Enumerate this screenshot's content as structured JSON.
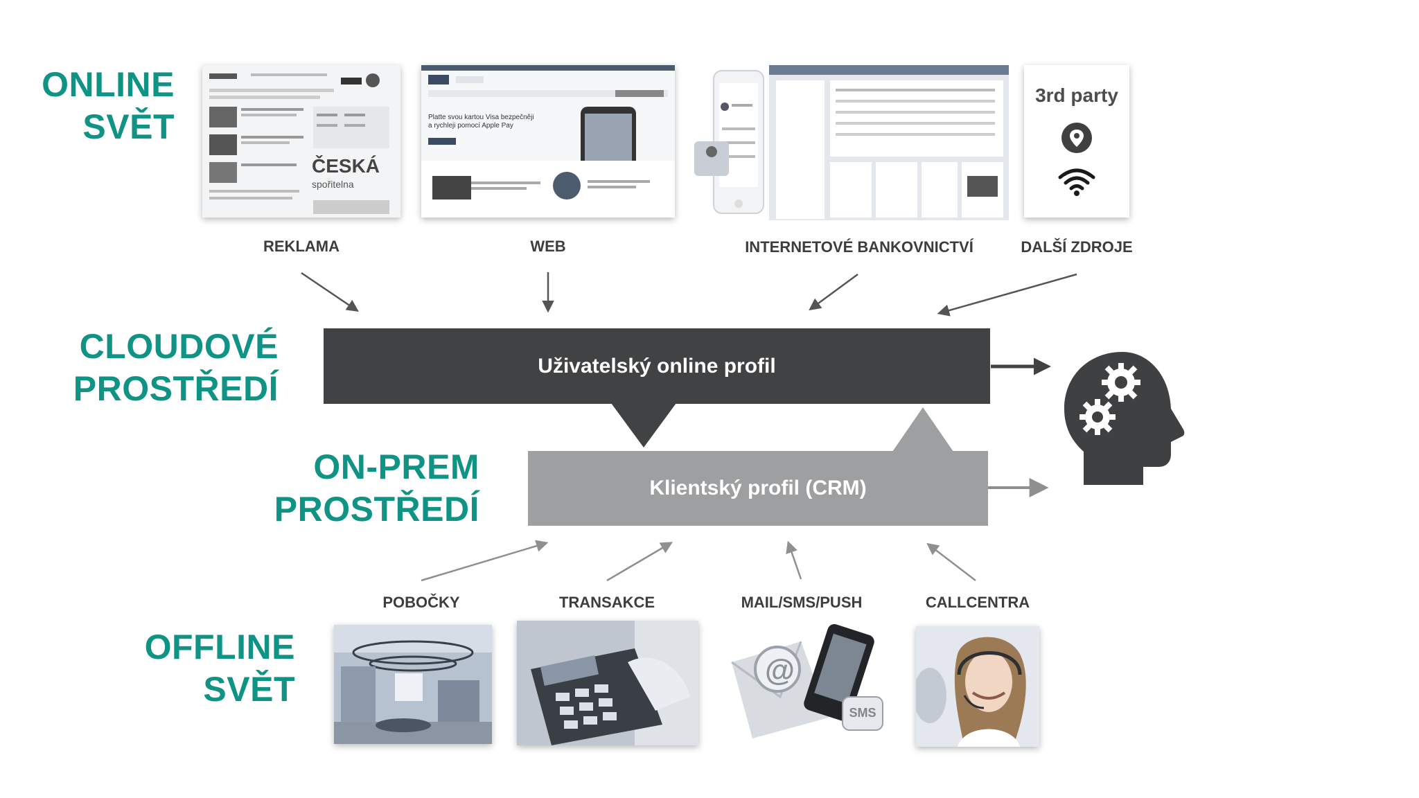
{
  "colors": {
    "accent": "#0f9384",
    "cloud_bar": "#414243",
    "onprem_bar": "#9e9fa0",
    "caption": "#3d3d3d",
    "arrow": "#555555",
    "icon_dark": "#3f4042"
  },
  "worlds": {
    "online": [
      "ONLINE",
      "SVĚT"
    ],
    "cloud": [
      "CLOUDOVÉ",
      "PROSTŘEDÍ"
    ],
    "onprem": [
      "ON-PREM",
      "PROSTŘEDÍ"
    ],
    "offline": [
      "OFFLINE",
      "SVĚT"
    ]
  },
  "online_sources": [
    {
      "label": "REKLAMA",
      "thumb_icon": "ad-page-screenshot",
      "brand": [
        "ČESKÁ",
        "spořitelna"
      ]
    },
    {
      "label": "WEB",
      "thumb_icon": "web-page-screenshot",
      "text": [
        "Platte svou kartou Visa bezpečněji",
        "a rychleji pomocí Apple Pay"
      ]
    },
    {
      "label": "INTERNETOVÉ BANKOVNICTVÍ",
      "thumb_icon": "internet-banking-screenshot"
    },
    {
      "label": "DALŠÍ ZDROJE",
      "thumb_icon": "third-party-card",
      "thumb_text": "3rd party"
    }
  ],
  "profiles": {
    "cloud": "Uživatelský online profil",
    "onprem": "Klientský profil (CRM)"
  },
  "offline_sources": [
    {
      "label": "POBOČKY",
      "thumb_icon": "branch-photo"
    },
    {
      "label": "TRANSAKCE",
      "thumb_icon": "payment-terminal-photo"
    },
    {
      "label": "MAIL/SMS/PUSH",
      "thumb_icon": "mail-sms-photo",
      "badge": "SMS"
    },
    {
      "label": "CALLCENTRA",
      "thumb_icon": "callcenter-photo"
    }
  ],
  "output_icon": "head-gears-icon"
}
